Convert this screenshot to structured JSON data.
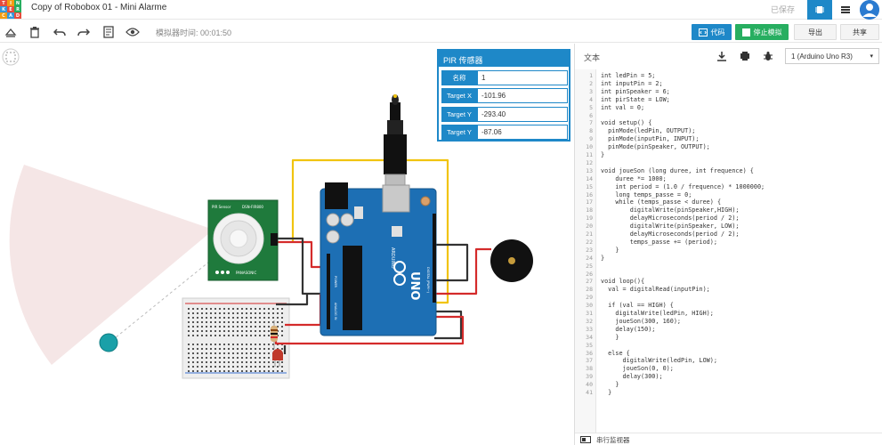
{
  "app": {
    "title": "Copy of Robobox 01 - Mini Alarme",
    "saved_status": "已保存",
    "logo_letters": [
      "T",
      "I",
      "N",
      "K",
      "E",
      "R",
      "C",
      "A",
      "D"
    ],
    "logo_colors": [
      "#e74c3c",
      "#f39c12",
      "#27ae60",
      "#3498db",
      "#e74c3c",
      "#27ae60",
      "#f39c12",
      "#3498db",
      "#e74c3c"
    ]
  },
  "toolbar": {
    "sim_time": "模拟器时间: 00:01:50",
    "code_label": "代码",
    "stop_sim_label": "停止模拟",
    "export_label": "导出",
    "share_label": "共享"
  },
  "pir_panel": {
    "title": "PIR 传感器",
    "rows": [
      {
        "label": "名称",
        "value": "1"
      },
      {
        "label": "Target X",
        "value": "-101.96"
      },
      {
        "label": "Target Y",
        "value": "-293.40"
      },
      {
        "label": "Target Y",
        "value": "-87.06"
      }
    ]
  },
  "code_panel": {
    "mode_label": "文本",
    "device": "1 (Arduino Uno R3)",
    "serial_monitor": "串行监视器",
    "lines": [
      "int ledPin = 5;",
      "int inputPin = 2;",
      "int pinSpeaker = 6;",
      "int pirState = LOW;",
      "int val = 0;",
      "",
      "void setup() {",
      "  pinMode(ledPin, OUTPUT);",
      "  pinMode(inputPin, INPUT);",
      "  pinMode(pinSpeaker, OUTPUT);",
      "}",
      "",
      "void joueSon (long duree, int frequence) {",
      "    duree *= 1000;",
      "    int period = (1.0 / frequence) * 1000000;",
      "    long temps_passe = 0;",
      "    while (temps_passe < duree) {",
      "        digitalWrite(pinSpeaker,HIGH);",
      "        delayMicroseconds(period / 2);",
      "        digitalWrite(pinSpeaker, LOW);",
      "        delayMicroseconds(period / 2);",
      "        temps_passe += (period);",
      "    }",
      "}",
      "",
      "",
      "void loop(){",
      "  val = digitalRead(inputPin);",
      "",
      "  if (val == HIGH) {",
      "    digitalWrite(ledPin, HIGH);",
      "    joueSon(300, 160);",
      "    delay(150);",
      "    }",
      "",
      "  else {",
      "      digitalWrite(ledPin, LOW);",
      "      joueSon(0, 0);",
      "      delay(300);",
      "    }",
      "  }"
    ]
  },
  "components": {
    "pir_label_1": "PIR Sensor",
    "pir_label_2": "DSN-FIR800",
    "pir_label_3": "PANASONIC",
    "arduino_brand": "UNO",
    "arduino_sub": "ARDUINO",
    "arduino_digital": "DIGITAL (PWM~)",
    "arduino_power": "POWER",
    "arduino_analog": "ANALOG IN"
  },
  "colors": {
    "accent": "#1e88c8",
    "green": "#27ae60",
    "arduino": "#1d6fb4",
    "wire_red": "#d42b2b",
    "wire_yellow": "#f1c40f",
    "wire_black": "#333333",
    "pir_board": "#1f7a3c",
    "target": "#1aa0a8"
  }
}
